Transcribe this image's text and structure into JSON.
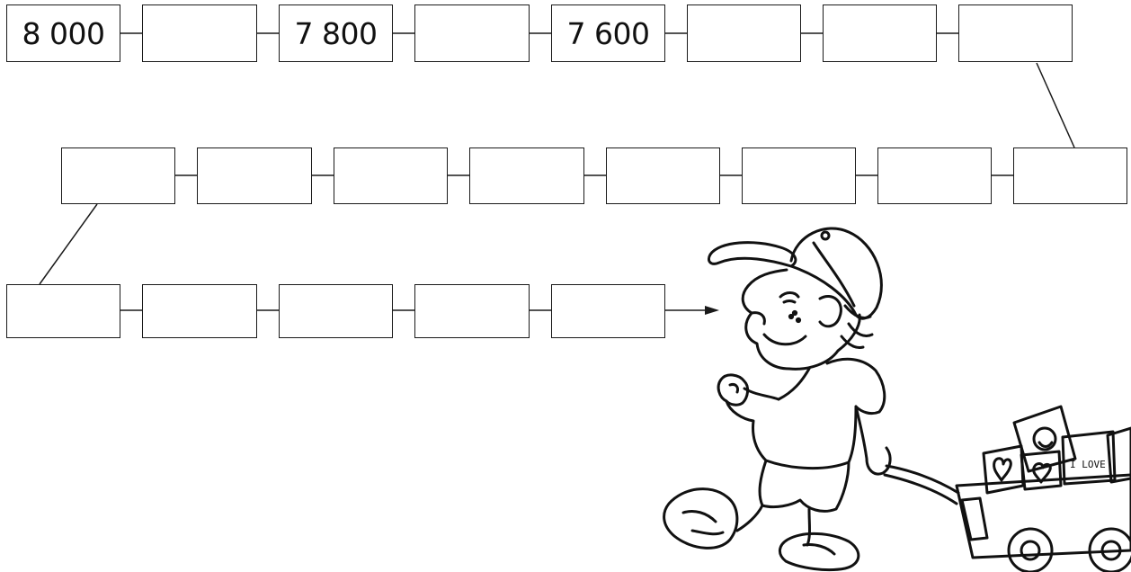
{
  "sequence": {
    "boxes": [
      "8 000",
      "",
      "7 800",
      "",
      "7 600",
      "",
      "",
      "",
      "",
      "",
      "",
      "",
      "",
      "",
      "",
      "",
      "",
      "",
      "",
      "",
      ""
    ]
  },
  "illustration": {
    "cards": [
      {
        "text": "I LOVE"
      }
    ]
  },
  "colors": {
    "ink": "#1a1a1a",
    "background": "#ffffff"
  }
}
